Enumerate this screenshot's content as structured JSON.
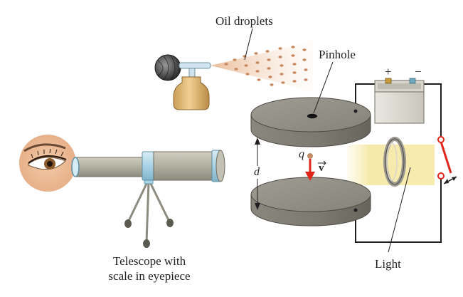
{
  "diagram": {
    "labels": {
      "oil_droplets": "Oil droplets",
      "pinhole": "Pinhole",
      "telescope_line1": "Telescope with",
      "telescope_line2": "scale in eyepiece",
      "light": "Light",
      "charge": "q",
      "velocity": "v",
      "separation": "d",
      "battery_plus": "+",
      "battery_minus": "−"
    },
    "colors": {
      "plate": "#8e8c82",
      "plate_edge": "#6f6d64",
      "telescope": "#b0ae9f",
      "telescope_band": "#a9d3e6",
      "velocity_arrow": "#e0261b",
      "switch": "#e0261b",
      "wire": "#231f20",
      "spray": "#c8875c",
      "light_beam": "#f6e9a6"
    }
  }
}
